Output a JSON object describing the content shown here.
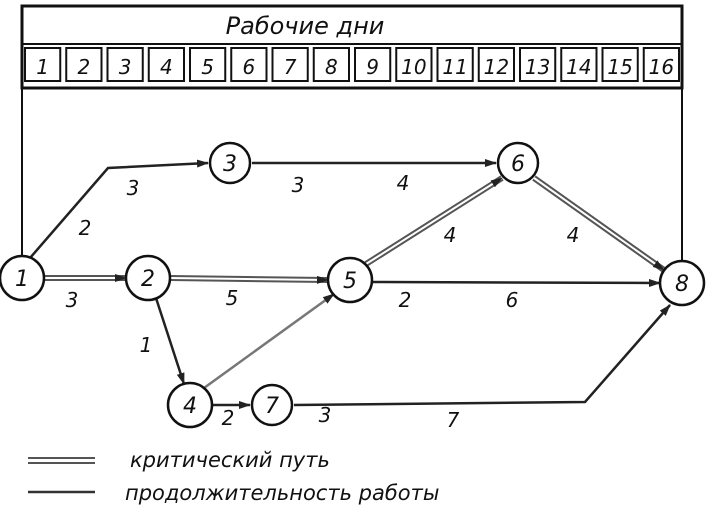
{
  "header": {
    "title": "Рабочие дни",
    "days": [
      "1",
      "2",
      "3",
      "4",
      "5",
      "6",
      "7",
      "8",
      "9",
      "10",
      "11",
      "12",
      "13",
      "14",
      "15",
      "16"
    ]
  },
  "nodes": [
    {
      "id": "1",
      "label": "1"
    },
    {
      "id": "2",
      "label": "2"
    },
    {
      "id": "3",
      "label": "3"
    },
    {
      "id": "4",
      "label": "4"
    },
    {
      "id": "5",
      "label": "5"
    },
    {
      "id": "6",
      "label": "6"
    },
    {
      "id": "7",
      "label": "7"
    },
    {
      "id": "8",
      "label": "8"
    }
  ],
  "edges": [
    {
      "from": "1",
      "to": "3",
      "critical": false,
      "labels": [
        "2",
        "3"
      ]
    },
    {
      "from": "3",
      "to": "6",
      "critical": false,
      "labels": [
        "3",
        "4"
      ]
    },
    {
      "from": "1",
      "to": "2",
      "critical": true,
      "labels": [
        "3"
      ]
    },
    {
      "from": "2",
      "to": "5",
      "critical": true,
      "labels": [
        "5"
      ]
    },
    {
      "from": "5",
      "to": "6",
      "critical": true,
      "labels": [
        "4"
      ]
    },
    {
      "from": "6",
      "to": "8",
      "critical": true,
      "labels": [
        "4"
      ]
    },
    {
      "from": "5",
      "to": "8",
      "critical": false,
      "labels": [
        "2",
        "6"
      ]
    },
    {
      "from": "2",
      "to": "4",
      "critical": false,
      "labels": [
        "1"
      ]
    },
    {
      "from": "4",
      "to": "5",
      "critical": false,
      "labels": []
    },
    {
      "from": "4",
      "to": "7",
      "critical": false,
      "labels": [
        "2"
      ]
    },
    {
      "from": "7",
      "to": "8",
      "critical": false,
      "labels": [
        "3",
        "7"
      ]
    }
  ],
  "legend": {
    "critical": "критический путь",
    "duration": "продолжительность работы"
  },
  "colors": {
    "ink": "#111111",
    "critical": "#555555"
  }
}
